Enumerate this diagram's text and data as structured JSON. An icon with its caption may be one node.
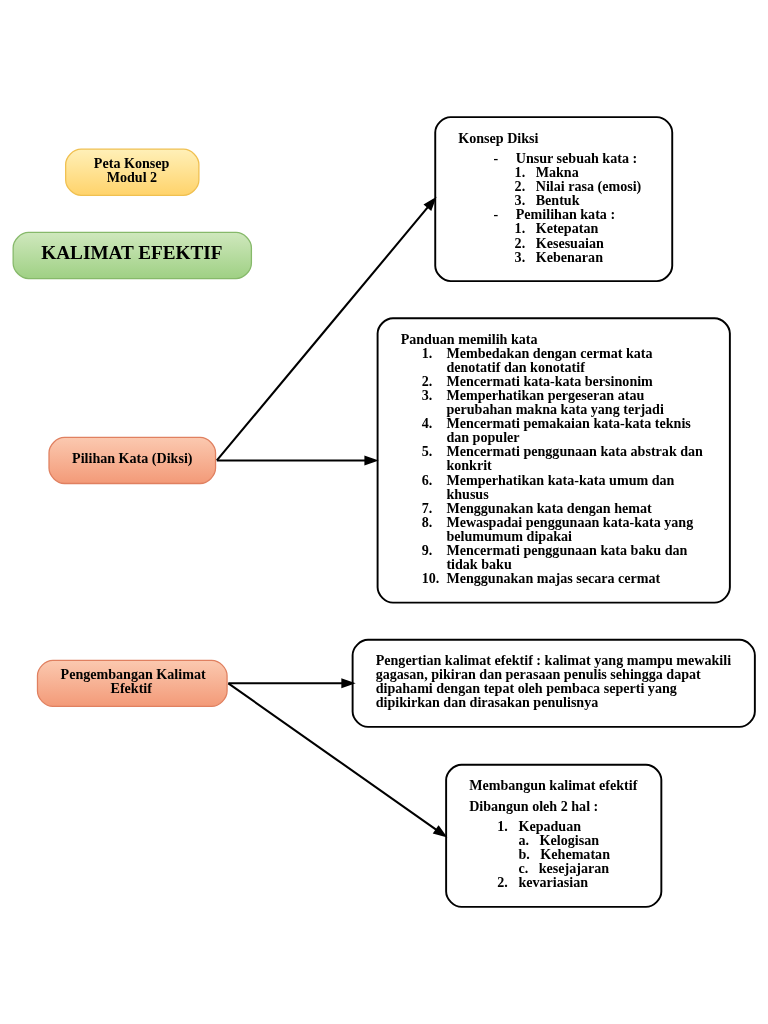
{
  "diagram": {
    "nodes": [
      {
        "text": [
          "Peta Konsep Modul 2"
        ]
      },
      {
        "text": [
          "KALIMAT EFEKTIF"
        ]
      },
      {
        "text": [
          "Pilihan Kata (Diksi)"
        ]
      },
      {
        "text": [
          "Konsep Diksi",
          "- Unsur sebuah kata :",
          "1. Makna",
          "2. Nilai rasa (emosi)",
          "3. Bentuk",
          "- Pemilihan kata :",
          "1. Ketepatan",
          "2. Kesesuaian",
          "3. Kebenaran"
        ]
      },
      {
        "text": [
          "Panduan memilih kata",
          "1. Membedakan dengan cermat kata denotatif dan konotatif",
          "2. Mencermati kata-kata bersinonim",
          "3. Memperhatikan pergeseran atau perubahan makna kata yang terjadi",
          "4. Mencermati pemakaian kata-kata teknis dan populer",
          "5. Mencermati penggunaan kata abstrak dan konkrit",
          "6. Memperhatikan kata-kata umum dan khusus",
          "7. Menggunakan kata dengan hemat",
          "8. Mewaspadai penggunaan kata-kata yang belumumum dipakai",
          "9. Mencermati penggunaan kata baku dan tidak baku",
          "10. Menggunakan majas secara cermat"
        ]
      },
      {
        "text": [
          "Pengembangan Kalimat Efektif"
        ]
      },
      {
        "text": [
          "Pengertian kalimat efektif : kalimat yang mampu mewakili gagasan, pikiran dan perasaan penulis sehingga dapat dipahami dengan tepat oleh pembaca seperti yang dipikirkan dan dirasakan penulisnya"
        ]
      },
      {
        "text": [
          "Membangun kalimat efektif",
          "Dibangun oleh 2 hal :",
          "1. Kepaduan",
          "a. Kelogisan",
          "b. Kehematan",
          "c. kesejajaran",
          "2. kevariasian"
        ]
      }
    ],
    "edges": [
      {
        "from": 2,
        "to": 3,
        "arrow": "to"
      },
      {
        "from": 2,
        "to": 4,
        "arrow": "to"
      },
      {
        "from": 5,
        "to": 6,
        "arrow": "to"
      },
      {
        "from": 5,
        "to": 7,
        "arrow": "to"
      }
    ]
  }
}
